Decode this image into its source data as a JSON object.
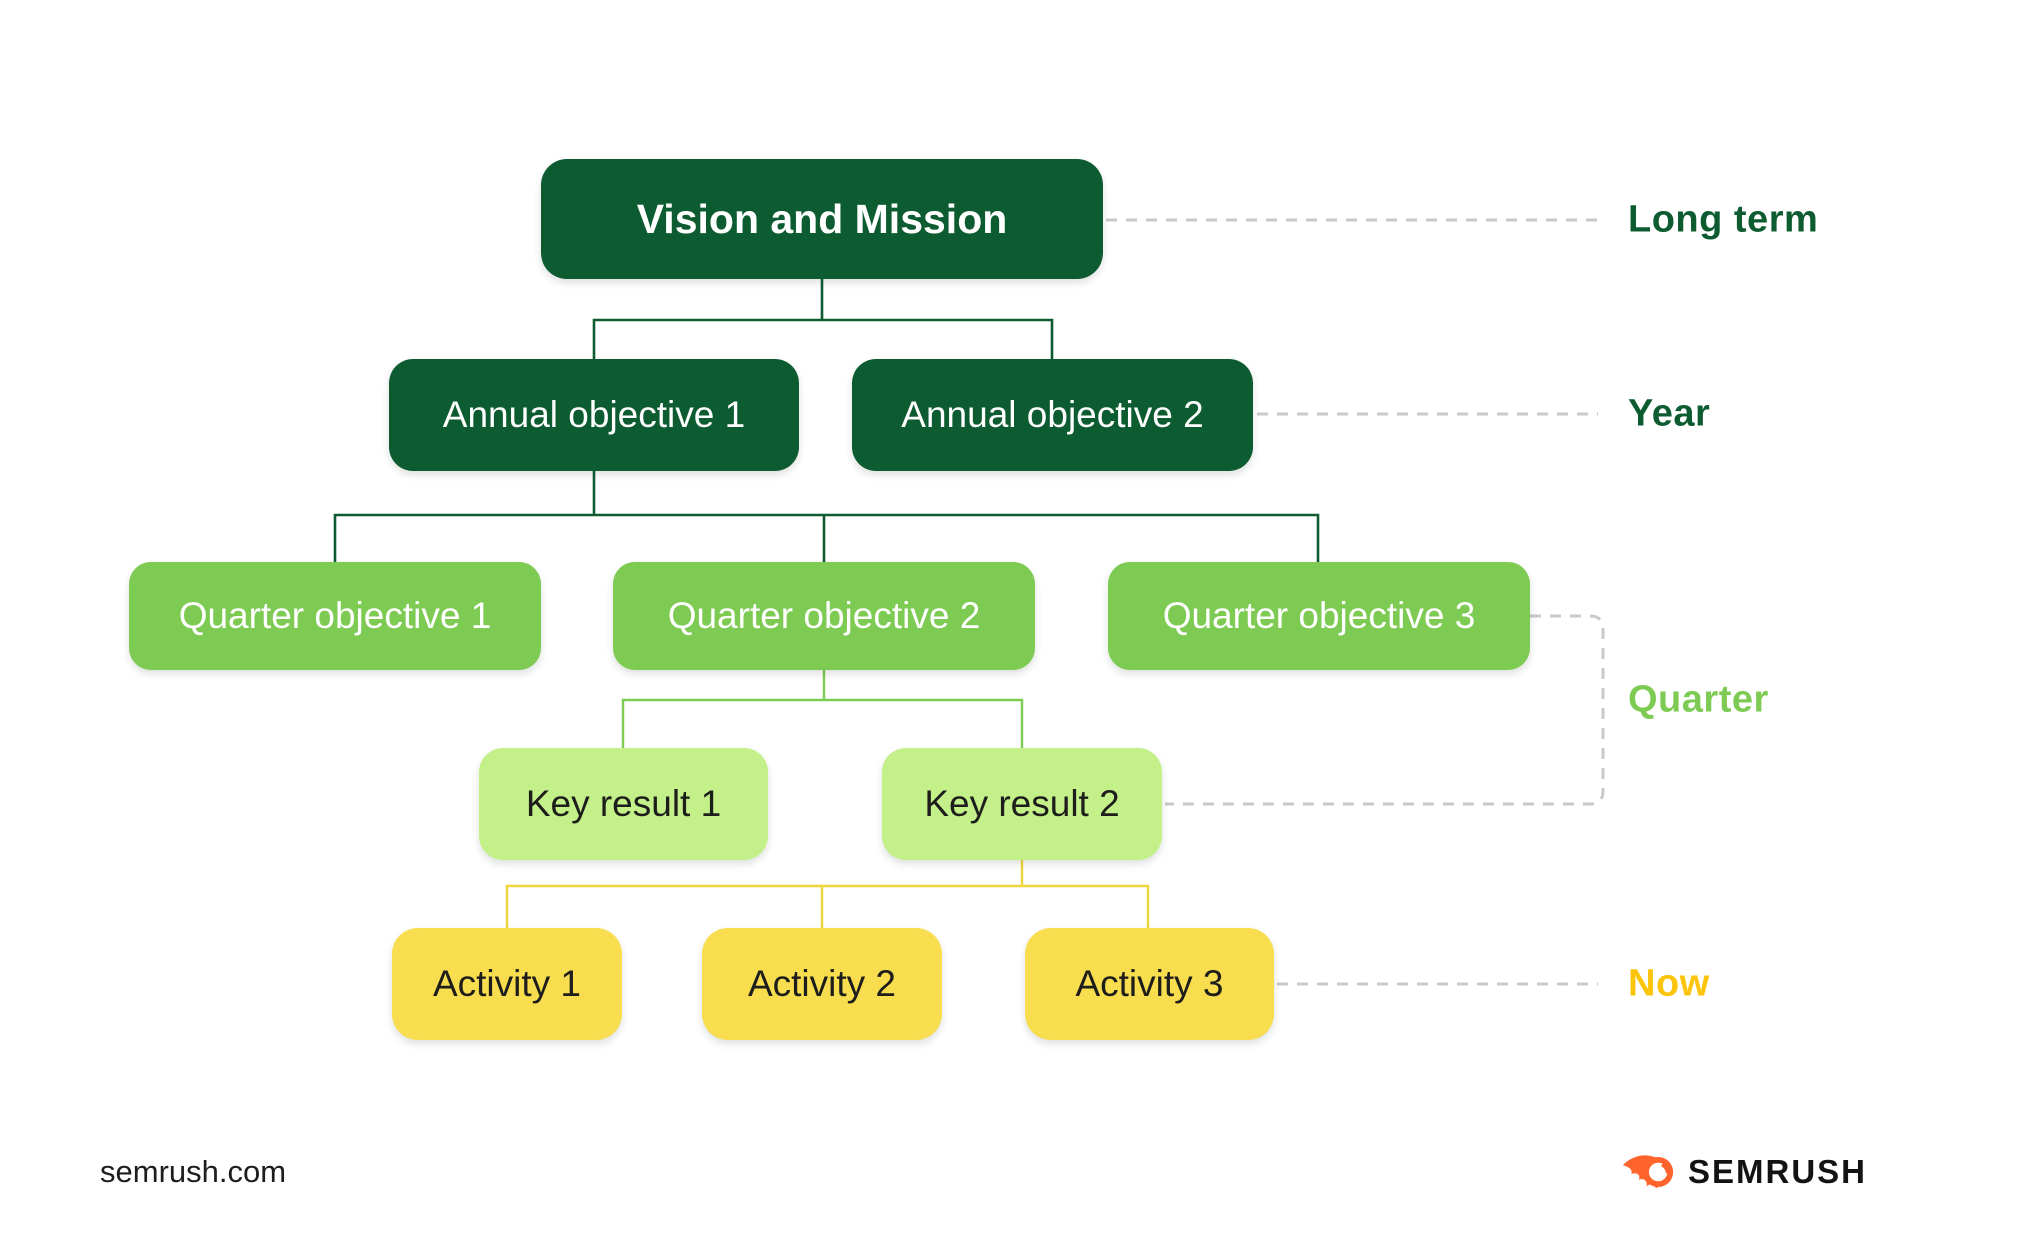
{
  "diagram": {
    "nodes": {
      "vision": {
        "label": "Vision and Mission"
      },
      "annual1": {
        "label": "Annual objective 1"
      },
      "annual2": {
        "label": "Annual objective 2"
      },
      "quarter1": {
        "label": "Quarter objective 1"
      },
      "quarter2": {
        "label": "Quarter objective 2"
      },
      "quarter3": {
        "label": "Quarter objective 3"
      },
      "key1": {
        "label": "Key result 1"
      },
      "key2": {
        "label": "Key result 2"
      },
      "activity1": {
        "label": "Activity 1"
      },
      "activity2": {
        "label": "Activity 2"
      },
      "activity3": {
        "label": "Activity 3"
      }
    },
    "timeline_labels": {
      "long_term": "Long term",
      "year": "Year",
      "quarter": "Quarter",
      "now": "Now"
    }
  },
  "footer": {
    "website": "semrush.com",
    "brand": "SEMRUSH"
  },
  "colors": {
    "dark_green": "#0d5c31",
    "mid_green": "#7dcb52",
    "light_green": "#c4f089",
    "yellow": "#f8dd4e",
    "yellow_line": "#f0d53a",
    "now_label": "#fcc40a",
    "dash_gray": "#c9c9c9",
    "logo_orange": "#ff642d",
    "text_dark": "#1d1d1b",
    "text_white": "#ffffff"
  }
}
